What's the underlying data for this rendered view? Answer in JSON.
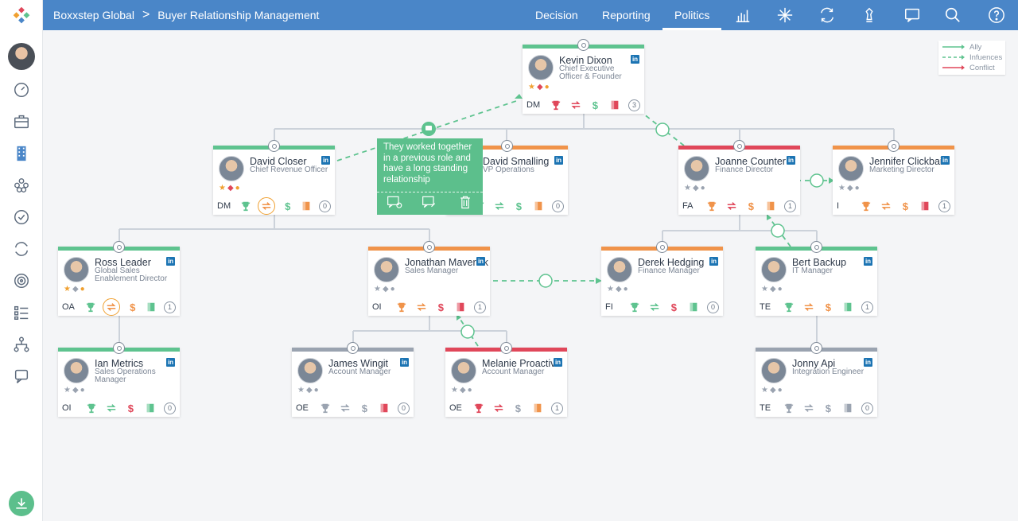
{
  "breadcrumb": {
    "company": "Boxxstep Global",
    "separator": ">",
    "page": "Buyer Relationship Management"
  },
  "nav_tabs": [
    {
      "label": "Decision",
      "active": false
    },
    {
      "label": "Reporting",
      "active": false
    },
    {
      "label": "Politics",
      "active": true
    }
  ],
  "toolbar_icons": [
    "bar-chart-icon",
    "snowflake-icon",
    "refresh-icon",
    "chess-piece-icon",
    "chat-icon",
    "search-icon",
    "help-icon"
  ],
  "sidebar_icons": [
    "logo-icon",
    "avatar",
    "speedometer-icon",
    "briefcase-icon",
    "building-icon",
    "people-network-icon",
    "check-circle-icon",
    "sync-icon",
    "target-icon",
    "checklist-icon",
    "hierarchy-icon",
    "comment-icon"
  ],
  "legend": {
    "items": [
      {
        "label": "Ally",
        "color": "#5ec38f",
        "style": "solid"
      },
      {
        "label": "Infuences",
        "color": "#5ec38f",
        "style": "dashed"
      },
      {
        "label": "Conflict",
        "color": "#e0475a",
        "style": "solid"
      }
    ]
  },
  "tooltip": {
    "text": "They worked together in a previous role and have a long standing relationship"
  },
  "colors": {
    "green": "#5ec38f",
    "orange": "#f0934a",
    "red": "#e0475a",
    "grey": "#9aa3b0",
    "topbar": "#4a86c8",
    "gold": "#f0a030"
  },
  "contacts": [
    {
      "id": "kevin",
      "name": "Kevin Dixon",
      "role": "Chief Executive Officer & Founder",
      "code": "DM",
      "bar": "green",
      "count": "3",
      "attrs": [
        "gold",
        "red",
        "gold"
      ],
      "trophy": "red",
      "swap": "red",
      "dollar": "green",
      "doc": "red",
      "swap_hl": false
    },
    {
      "id": "david-closer",
      "name": "David Closer",
      "role": "Chief Revenue Officer",
      "code": "DM",
      "bar": "green",
      "count": "0",
      "attrs": [
        "gold",
        "red",
        "gold"
      ],
      "trophy": "green",
      "swap": "orange",
      "dollar": "green",
      "doc": "orange",
      "swap_hl": true
    },
    {
      "id": "david-smalling",
      "name": "David Smalling",
      "role": "VP Operations",
      "code": "",
      "bar": "orange",
      "count": "0",
      "attrs": [],
      "trophy": "green",
      "swap": "green",
      "dollar": "green",
      "doc": "orange",
      "swap_hl": false
    },
    {
      "id": "joanne",
      "name": "Joanne Counter",
      "role": "Finance Director",
      "code": "FA",
      "bar": "red",
      "count": "1",
      "attrs": [
        "grey",
        "grey",
        "grey"
      ],
      "trophy": "orange",
      "swap": "red",
      "dollar": "orange",
      "doc": "orange",
      "swap_hl": false
    },
    {
      "id": "jennifer",
      "name": "Jennifer Clickbait",
      "role": "Marketing Director",
      "code": "I",
      "bar": "orange",
      "count": "1",
      "attrs": [
        "grey",
        "grey",
        "grey"
      ],
      "trophy": "orange",
      "swap": "orange",
      "dollar": "orange",
      "doc": "red",
      "swap_hl": false
    },
    {
      "id": "ross",
      "name": "Ross Leader",
      "role": "Global Sales Enablement Director",
      "code": "OA",
      "bar": "green",
      "count": "1",
      "attrs": [
        "gold",
        "grey",
        "gold"
      ],
      "trophy": "green",
      "swap": "orange",
      "dollar": "orange",
      "doc": "green",
      "swap_hl": true
    },
    {
      "id": "jonathan",
      "name": "Jonathan Maverick",
      "role": "Sales Manager",
      "code": "OI",
      "bar": "orange",
      "count": "1",
      "attrs": [
        "grey",
        "grey",
        "grey"
      ],
      "trophy": "orange",
      "swap": "orange",
      "dollar": "red",
      "doc": "red",
      "swap_hl": false
    },
    {
      "id": "derek",
      "name": "Derek Hedging",
      "role": "Finance Manager",
      "code": "FI",
      "bar": "orange",
      "count": "0",
      "attrs": [
        "grey",
        "grey",
        "grey"
      ],
      "trophy": "green",
      "swap": "green",
      "dollar": "red",
      "doc": "green",
      "swap_hl": false
    },
    {
      "id": "bert",
      "name": "Bert Backup",
      "role": "IT Manager",
      "code": "TE",
      "bar": "green",
      "count": "1",
      "attrs": [
        "grey",
        "grey",
        "grey"
      ],
      "trophy": "green",
      "swap": "orange",
      "dollar": "orange",
      "doc": "green",
      "swap_hl": false
    },
    {
      "id": "ian",
      "name": "Ian Metrics",
      "role": "Sales Operations Manager",
      "code": "OI",
      "bar": "green",
      "count": "0",
      "attrs": [
        "grey",
        "grey",
        "grey"
      ],
      "trophy": "green",
      "swap": "green",
      "dollar": "red",
      "doc": "green",
      "swap_hl": false
    },
    {
      "id": "james",
      "name": "James Wingit",
      "role": "Account Manager",
      "code": "OE",
      "bar": "grey",
      "count": "0",
      "attrs": [
        "grey",
        "grey",
        "grey"
      ],
      "trophy": "grey",
      "swap": "grey",
      "dollar": "grey",
      "doc": "red",
      "swap_hl": false
    },
    {
      "id": "melanie",
      "name": "Melanie Proactive",
      "role": "Account Manager",
      "code": "OE",
      "bar": "red",
      "count": "1",
      "attrs": [
        "grey",
        "grey",
        "grey"
      ],
      "trophy": "red",
      "swap": "red",
      "dollar": "grey",
      "doc": "orange",
      "swap_hl": false
    },
    {
      "id": "jonny",
      "name": "Jonny Api",
      "role": "Integration Engineer",
      "code": "TE",
      "bar": "grey",
      "count": "0",
      "attrs": [
        "grey",
        "grey",
        "grey"
      ],
      "trophy": "grey",
      "swap": "grey",
      "dollar": "grey",
      "doc": "grey",
      "swap_hl": false
    }
  ]
}
